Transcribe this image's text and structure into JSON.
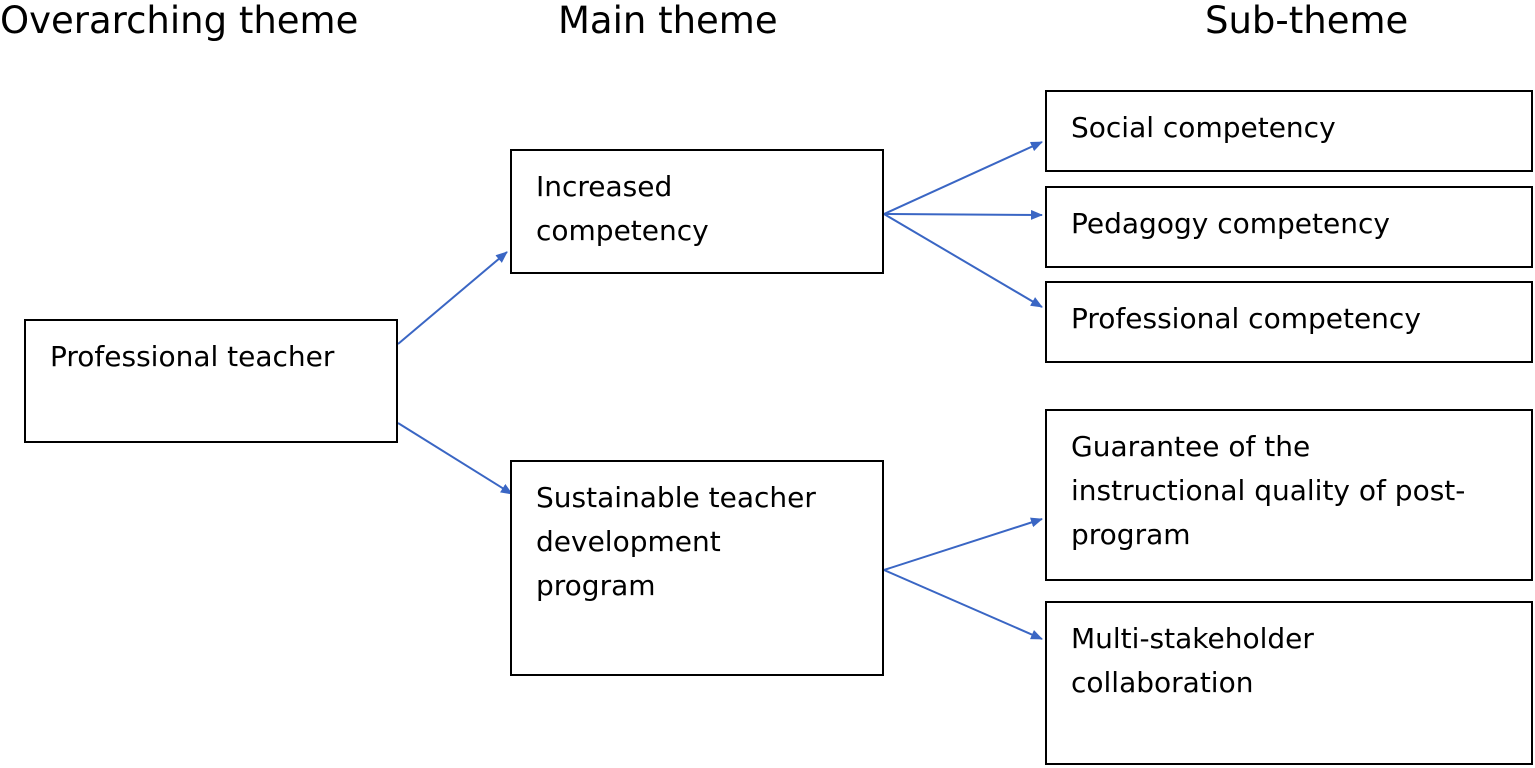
{
  "headers": {
    "overarching": "Overarching theme",
    "main": "Main theme",
    "sub": "Sub-theme"
  },
  "overarching_theme": {
    "label": "Professional teacher"
  },
  "main_themes": [
    {
      "label": "Increased\ncompetency"
    },
    {
      "label": "Sustainable teacher\ndevelopment\nprogram"
    }
  ],
  "sub_themes": [
    {
      "label": "Social competency"
    },
    {
      "label": "Pedagogy competency"
    },
    {
      "label": "Professional competency"
    },
    {
      "label": "Guarantee of the\ninstructional quality of post-\nprogram"
    },
    {
      "label": "Multi-stakeholder\ncollaboration"
    }
  ],
  "colors": {
    "arrow": "#3a66c4",
    "box_border": "#000000",
    "text": "#000000"
  }
}
